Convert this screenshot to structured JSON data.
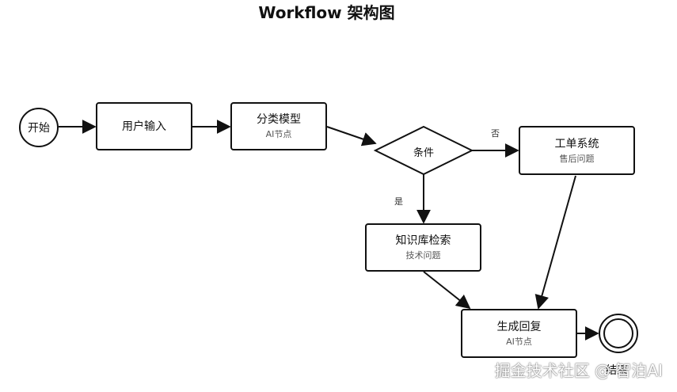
{
  "title": "Workflow 架构图",
  "nodes": {
    "start": {
      "label": "开始"
    },
    "user_input": {
      "label": "用户输入"
    },
    "classify": {
      "label": "分类模型",
      "sub": "AI节点"
    },
    "condition": {
      "label": "条件"
    },
    "ticket": {
      "label": "工单系统",
      "sub": "售后问题"
    },
    "kb": {
      "label": "知识库检索",
      "sub": "技术问题"
    },
    "reply": {
      "label": "生成回复",
      "sub": "AI节点"
    },
    "end": {
      "label": "结束"
    }
  },
  "edges": {
    "no_label": "否",
    "yes_label": "是"
  },
  "watermark": "掘金技术社区 @ 智泊AI"
}
